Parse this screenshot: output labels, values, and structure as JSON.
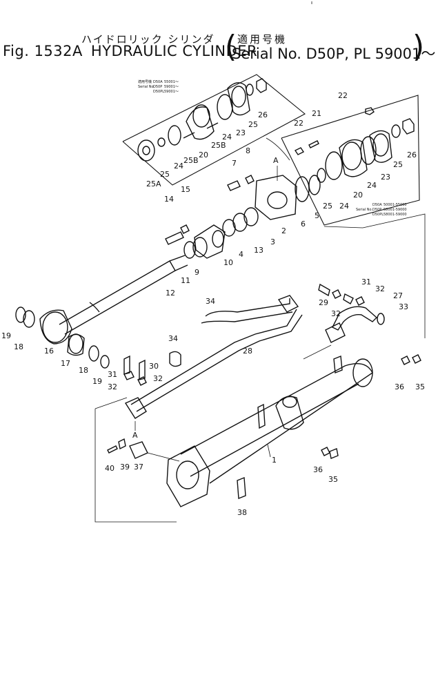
{
  "title": {
    "jp": "ハイドロリック シリンダ",
    "fig": "Fig. 1532A",
    "name": "HYDRAULIC CYLINDER",
    "serial_jp": "適用号機",
    "serial": "Serial No. D50P, PL 59001～"
  },
  "insets": {
    "upper": {
      "rows": [
        {
          "label": "適用号機",
          "model": "D50A",
          "range": "55001～"
        },
        {
          "label": "Serial No.",
          "model": "D50P",
          "range": "59001～"
        },
        {
          "label": "",
          "model": "D50PL",
          "range": "59001～"
        }
      ]
    },
    "lower": {
      "rows": [
        {
          "label": "",
          "model": "D50A",
          "range": "50001-55000"
        },
        {
          "label": "Serial No.",
          "model": "D50P",
          "range": "58001-59000"
        },
        {
          "label": "",
          "model": "D50PL",
          "range": "58001-59000"
        }
      ]
    }
  },
  "view_markers": {
    "upper": "A",
    "lower": "A"
  },
  "callouts": {
    "c1": "1",
    "c2": "2",
    "c3": "3",
    "c4": "4",
    "c5": "5",
    "c6": "6",
    "c7": "7",
    "c8": "8",
    "c9": "9",
    "c10": "10",
    "c11": "11",
    "c12": "12",
    "c13": "13",
    "c14": "14",
    "c15": "15",
    "c16": "16",
    "c17": "17",
    "c18a": "18",
    "c18b": "18",
    "c19a": "19",
    "c19b": "19",
    "c20a": "20",
    "c20b": "20",
    "c21": "21",
    "c22a": "22",
    "c22b": "22",
    "c23a": "23",
    "c23b": "23",
    "c24a": "24",
    "c24b": "24",
    "c24c": "24",
    "c24d": "24",
    "c25a": "25",
    "c25b": "25",
    "c25c": "25",
    "c25d": "25",
    "c25A": "25A",
    "c25Ba": "25B",
    "c25Bb": "25B",
    "c26a": "26",
    "c26b": "26",
    "c27": "27",
    "c28": "28",
    "c29": "29",
    "c30": "30",
    "c31a": "31",
    "c31b": "31",
    "c32a": "32",
    "c32b": "32",
    "c32c": "32",
    "c32d": "32",
    "c33": "33",
    "c34a": "34",
    "c34b": "34",
    "c35a": "35",
    "c35b": "35",
    "c36a": "36",
    "c36b": "36",
    "c37": "37",
    "c38": "38",
    "c39": "39",
    "c40": "40"
  }
}
